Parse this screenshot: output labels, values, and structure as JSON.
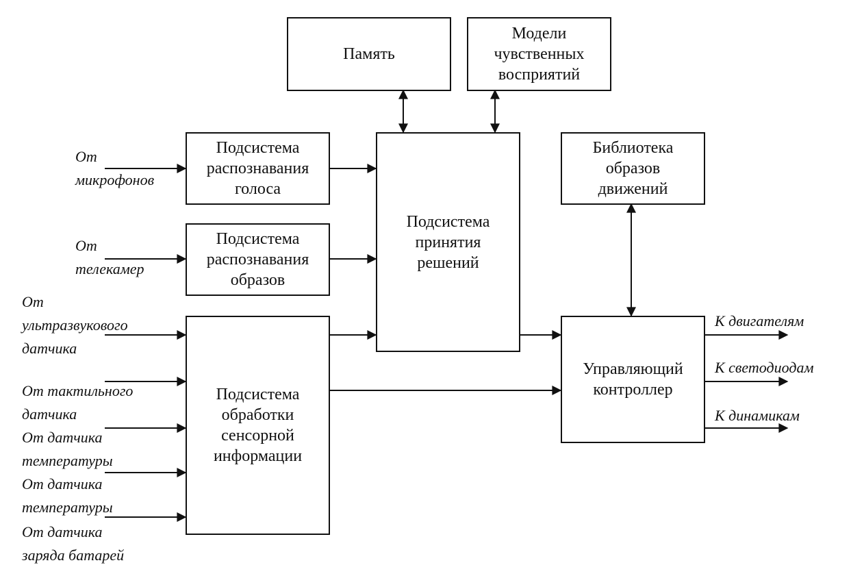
{
  "blocks": {
    "memory": "Память",
    "perception_models": "Модели\nчувственных\nвосприятий",
    "voice_recognition": "Подсистема\nраспознавания\nголоса",
    "image_recognition": "Подсистема\nраспознавания\nобразов",
    "sensor_processing": "Подсистема\nобработки\nсенсорной\nинформации",
    "decision_making": "Подсистема\nпринятия\nрешений",
    "motion_library": "Библиотека\nобразов\nдвижений",
    "controller": "Управляющий\nконтроллер"
  },
  "inputs": {
    "microphones": "От\nмикрофонов",
    "cameras": "От\nтелекамер",
    "ultrasonic": "От\nультразвукового\nдатчика",
    "tactile": "От тактильного\nдатчика",
    "temperature_1": "От датчика\nтемпературы",
    "temperature_2": "От датчика\nтемпературы",
    "battery": "От датчика\nзаряда батарей"
  },
  "outputs": {
    "motors": "К двигателям",
    "leds": "К светодиодам",
    "speakers": "К динамикам"
  },
  "colors": {
    "line": "#111111",
    "background": "#ffffff"
  }
}
